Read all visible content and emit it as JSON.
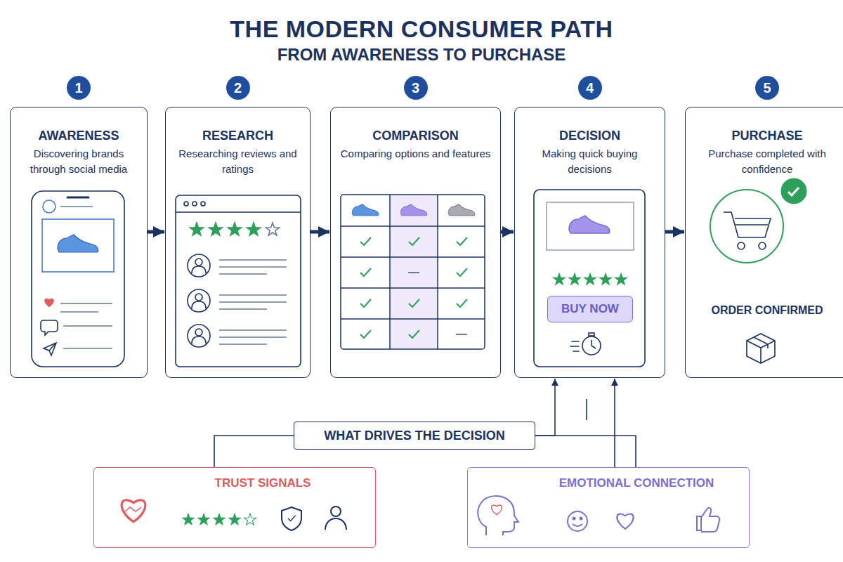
{
  "diagram": {
    "title": "THE MODERN CONSUMER PATH",
    "nodes": [
      {
        "text": [
          "1",
          "AWARENESS",
          "Discovering brands through social media"
        ]
      },
      {
        "text": [
          "2",
          "RESEARCH",
          "Researching reviews and ratings"
        ]
      },
      {
        "text": [
          "3",
          "COMPARISON",
          "Comparing options and features"
        ]
      },
      {
        "text": [
          "4",
          "DECISION",
          "Making quick buying decisions"
        ]
      },
      {
        "text": [
          "BUY NOW"
        ],
        "in": 3
      },
      {
        "text": [
          "5",
          "PURCHASE",
          "Purchase completed with confidence",
          "ORDER CONFIRMED"
        ]
      },
      {
        "text": [
          "WHAT DRIVES THE DECISION"
        ]
      },
      {
        "text": [
          "TRUST SIGNALS"
        ]
      },
      {
        "text": [
          "EMOTIONAL CONNECTION"
        ]
      }
    ],
    "edges": [
      {
        "from": 0,
        "to": 1,
        "arrow": "to"
      },
      {
        "from": 1,
        "to": 2,
        "arrow": "to"
      },
      {
        "from": 2,
        "to": 3,
        "arrow": "to"
      },
      {
        "from": 3,
        "to": 5,
        "arrow": "to"
      },
      {
        "from": 6,
        "to": 7,
        "arrow": "none"
      },
      {
        "from": 6,
        "to": 8,
        "arrow": "none"
      },
      {
        "from": 6,
        "to": 3,
        "arrow": "to"
      },
      {
        "from": 8,
        "to": 3,
        "arrow": "to"
      }
    ],
    "labels": [
      "FROM AWARENESS TO PURCHASE"
    ]
  }
}
